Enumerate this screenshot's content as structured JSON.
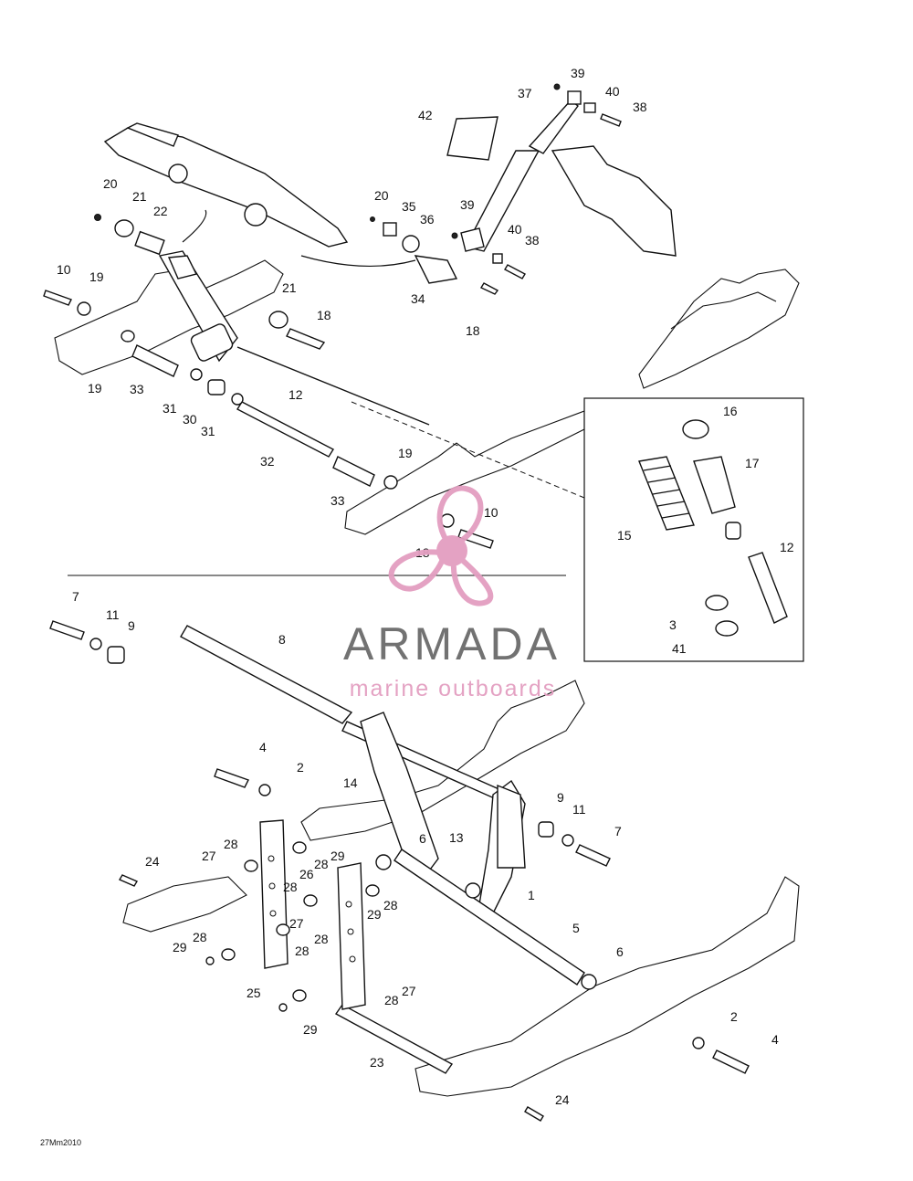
{
  "watermark": {
    "brand": "ARMADA",
    "tagline": "marine outboards",
    "brand_color": "#6b6b6b",
    "accent_color": "#e39ec0"
  },
  "drawing_code": "27Mm2010",
  "callouts": [
    "39",
    "37",
    "40",
    "38",
    "42",
    "20",
    "21",
    "22",
    "20",
    "35",
    "36",
    "39",
    "40",
    "38",
    "10",
    "19",
    "21",
    "18",
    "34",
    "18",
    "19",
    "33",
    "31",
    "30",
    "31",
    "12",
    "32",
    "19",
    "33",
    "10",
    "18",
    "16",
    "17",
    "15",
    "12",
    "3",
    "41",
    "7",
    "11",
    "9",
    "8",
    "4",
    "2",
    "14",
    "13",
    "9",
    "11",
    "7",
    "6",
    "28",
    "27",
    "28",
    "29",
    "24",
    "26",
    "28",
    "29",
    "28",
    "27",
    "28",
    "1",
    "5",
    "29",
    "28",
    "6",
    "25",
    "28",
    "27",
    "29",
    "28",
    "23",
    "2",
    "4",
    "24"
  ]
}
